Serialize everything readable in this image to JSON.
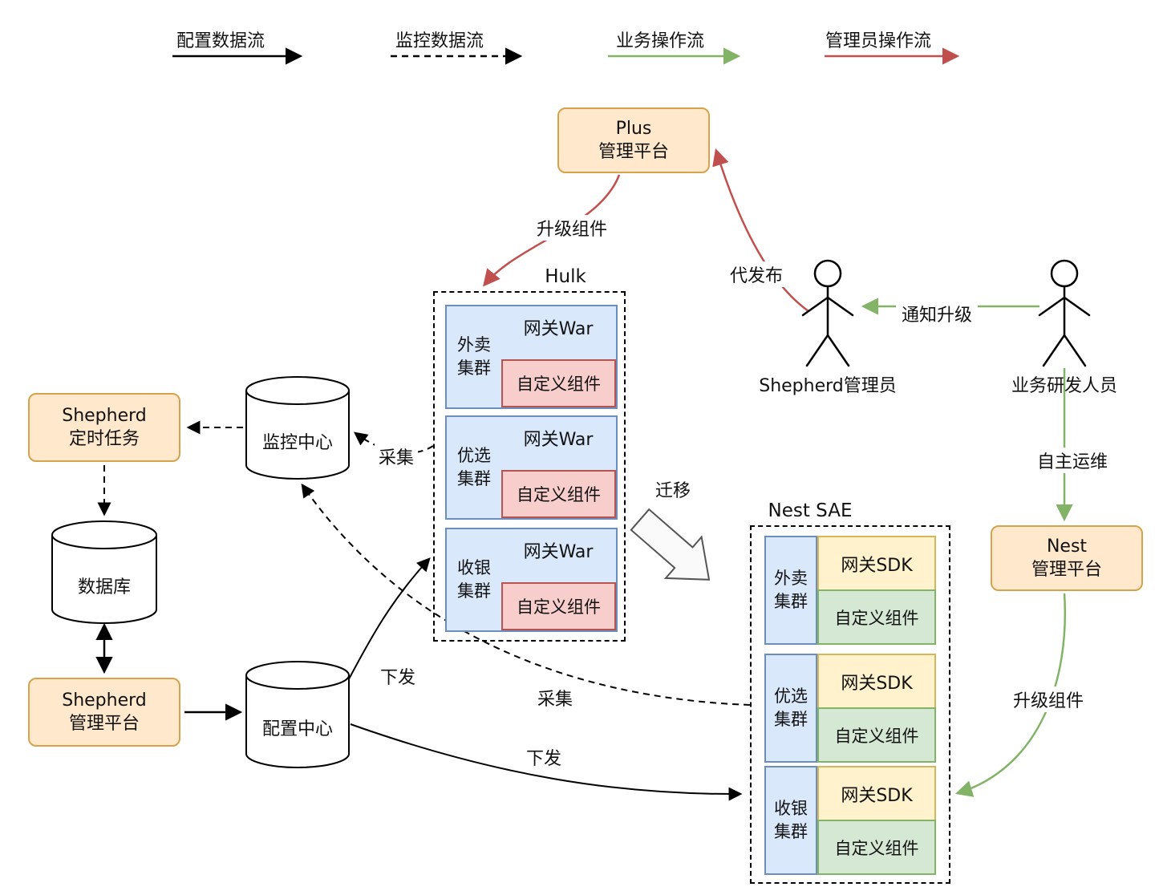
{
  "legend": {
    "config_flow": "配置数据流",
    "monitor_flow": "监控数据流",
    "business_flow": "业务操作流",
    "admin_flow": "管理员操作流"
  },
  "nodes": {
    "plus_platform_l1": "Plus",
    "plus_platform_l2": "管理平台",
    "shepherd_timer_l1": "Shepherd",
    "shepherd_timer_l2": "定时任务",
    "shepherd_platform_l1": "Shepherd",
    "shepherd_platform_l2": "管理平台",
    "nest_platform_l1": "Nest",
    "nest_platform_l2": "管理平台",
    "monitor_center": "监控中心",
    "database": "数据库",
    "config_center": "配置中心"
  },
  "actors": {
    "shepherd_admin": "Shepherd管理员",
    "biz_dev": "业务研发人员"
  },
  "hulk": {
    "title": "Hulk",
    "clusters": [
      {
        "name_l1": "外卖",
        "name_l2": "集群",
        "gateway": "网关War",
        "custom": "自定义组件"
      },
      {
        "name_l1": "优选",
        "name_l2": "集群",
        "gateway": "网关War",
        "custom": "自定义组件"
      },
      {
        "name_l1": "收银",
        "name_l2": "集群",
        "gateway": "网关War",
        "custom": "自定义组件"
      }
    ]
  },
  "nest": {
    "title": "Nest SAE",
    "clusters": [
      {
        "name_l1": "外卖",
        "name_l2": "集群",
        "gateway": "网关SDK",
        "custom": "自定义组件"
      },
      {
        "name_l1": "优选",
        "name_l2": "集群",
        "gateway": "网关SDK",
        "custom": "自定义组件"
      },
      {
        "name_l1": "收银",
        "name_l2": "集群",
        "gateway": "网关SDK",
        "custom": "自定义组件"
      }
    ]
  },
  "edge_labels": {
    "upgrade_red": "升级组件",
    "proxy_release": "代发布",
    "notify_upgrade": "通知升级",
    "self_ops": "自主运维",
    "upgrade_green": "升级组件",
    "migrate": "迁移",
    "collect_hulk": "采集",
    "collect_nest": "采集",
    "deploy_hulk": "下发",
    "deploy_nest": "下发"
  },
  "colors": {
    "orange_fill": "#ffe8cc",
    "orange_border": "#d6a24c",
    "blue_fill": "#dae8fc",
    "blue_border": "#6c8ebf",
    "red_fill": "#f8cecc",
    "red_border": "#b85450",
    "yellow_fill": "#fff2cc",
    "yellow_border": "#d6b656",
    "green_fill": "#d5e8d4",
    "green_border": "#82b366",
    "arrow_black": "#000000",
    "arrow_green": "#82b366",
    "arrow_red": "#c0504d"
  }
}
